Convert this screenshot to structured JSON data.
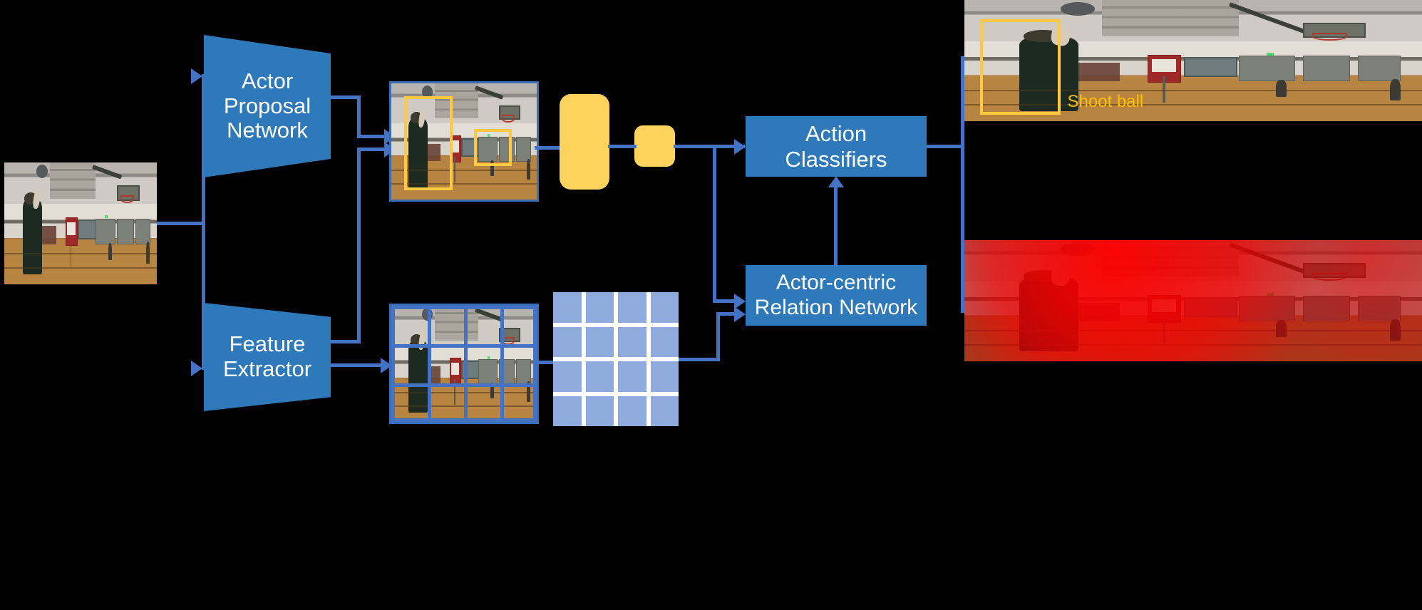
{
  "diagram": {
    "title": "Actor-centric Relation Network action detection pipeline",
    "background_color": "#000000",
    "accent_blue": "#2E79BA",
    "connector_blue": "#4472C4",
    "feature_yellow": "#FDD35E",
    "grid_blue": "#8FAADC",
    "detection_yellow": "#FFC942"
  },
  "nodes": {
    "actor_proposal_network": {
      "label_lines": [
        "Actor",
        "Proposal",
        "Network"
      ],
      "label": "Actor Proposal Network",
      "shape": "trapezoid"
    },
    "feature_extractor": {
      "label_lines": [
        "Feature",
        "Extractor"
      ],
      "label": "Feature Extractor",
      "shape": "trapezoid"
    },
    "action_classifiers": {
      "label_lines": [
        "Action",
        "Classifiers"
      ],
      "label": "Action Classifiers",
      "shape": "rectangle"
    },
    "actor_centric_relation_network": {
      "label_lines": [
        "Actor-centric",
        "Relation Network"
      ],
      "label": "Actor-centric Relation Network",
      "shape": "rectangle"
    }
  },
  "images": {
    "input_frame": {
      "caption": "",
      "alt": "Input video frame of a player shooting a basketball in a gym"
    },
    "detection_frame": {
      "caption": "",
      "alt": "Frame with two yellow actor proposal boxes",
      "box_count": 2
    },
    "feature_map_frame": {
      "caption": "",
      "alt": "Frame overlaid with a 4 by 3 blue feature grid",
      "grid_cols": 4,
      "grid_rows": 3
    },
    "output_frame": {
      "caption": "Shoot ball",
      "alt": "Output frame with yellow actor box and predicted action label"
    },
    "attention_frame": {
      "caption": "",
      "alt": "Output frame with red attention heatmap"
    }
  },
  "features": {
    "actor_feature_block": {
      "label": "",
      "name": "actor-feature-tensor"
    },
    "actor_feature_pooled": {
      "label": "",
      "name": "pooled-actor-feature"
    },
    "context_feature_grid": {
      "label": "",
      "rows": 4,
      "cols": 4
    }
  },
  "labels": {
    "output_action": "Shoot ball"
  }
}
